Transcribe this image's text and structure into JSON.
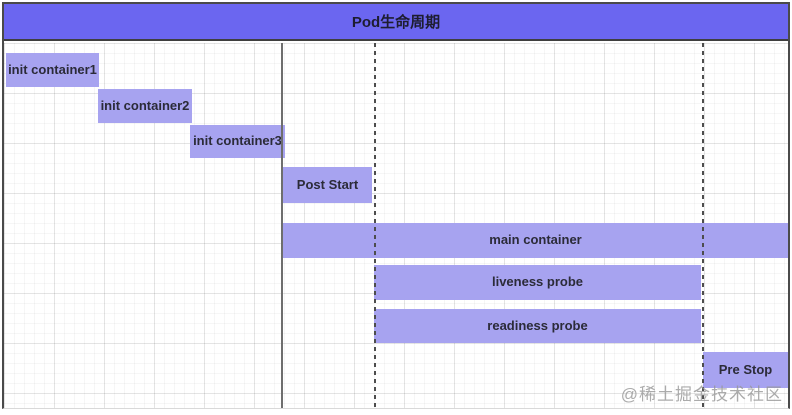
{
  "header": {
    "title": "Pod生命周期"
  },
  "diagram": {
    "type": "gantt-style lifecycle diagram",
    "bars": [
      {
        "id": "init-container-1",
        "label": "init container1"
      },
      {
        "id": "init-container-2",
        "label": "init container2"
      },
      {
        "id": "init-container-3",
        "label": "init container3"
      },
      {
        "id": "post-start",
        "label": "Post Start"
      },
      {
        "id": "main-container",
        "label": "main container"
      },
      {
        "id": "liveness-probe",
        "label": "liveness probe"
      },
      {
        "id": "readiness-probe",
        "label": "readiness probe"
      },
      {
        "id": "pre-stop",
        "label": "Pre Stop"
      }
    ],
    "dividers": [
      {
        "id": "init-phase-end",
        "style": "solid"
      },
      {
        "id": "post-start-end",
        "style": "dashed"
      },
      {
        "id": "probes-end",
        "style": "dashed"
      }
    ]
  },
  "watermark": {
    "text": "@稀土掘金技术社区"
  },
  "colors": {
    "title_bar_fill": "#6b66f0",
    "bar_fill": "#a7a3f0",
    "frame_border": "#4a4a4a",
    "text": "#2b2b38",
    "watermark_text": "#969696"
  }
}
